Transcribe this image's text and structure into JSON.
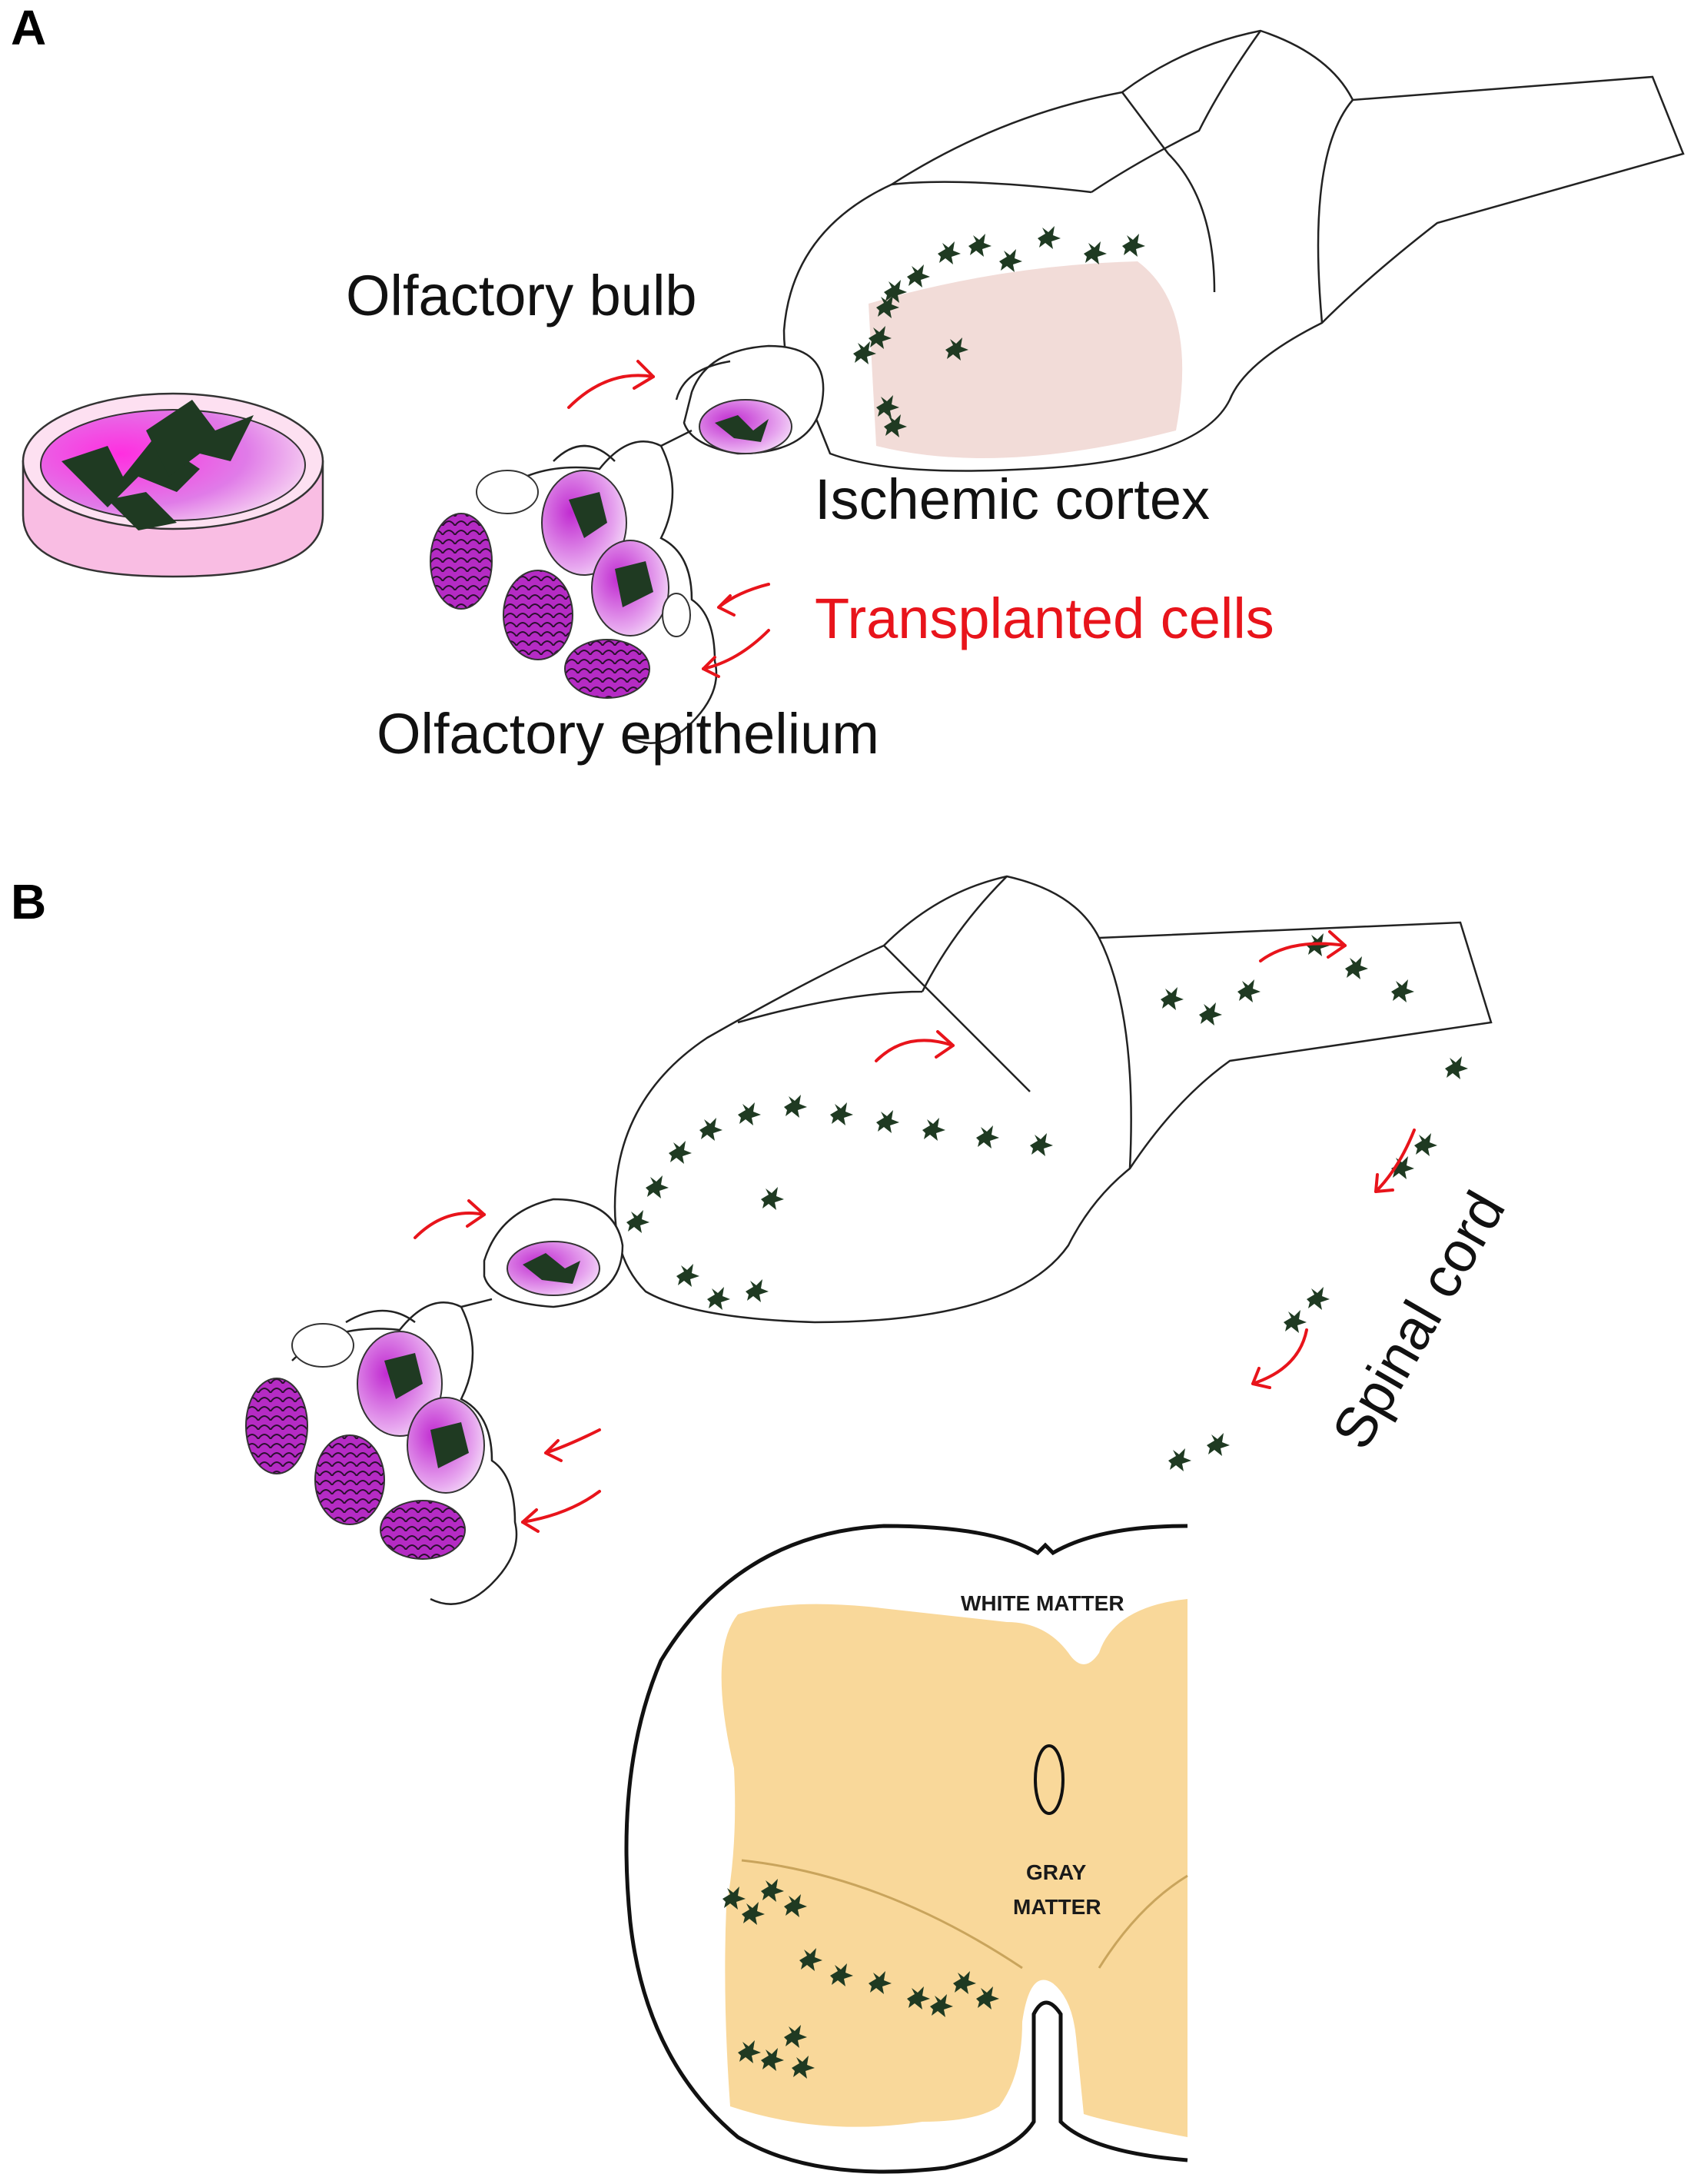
{
  "panels": {
    "a": {
      "letter": "A",
      "labels": {
        "olfactory_bulb": "Olfactory bulb",
        "ischemic_cortex": "Ischemic cortex",
        "transplanted_cells": "Transplanted cells",
        "olfactory_epithelium": "Olfactory epithelium"
      }
    },
    "b": {
      "letter": "B",
      "labels": {
        "spinal_cord": "Spinal cord",
        "white_matter": "WHITE MATTER",
        "gray_matter_line1": "GRAY",
        "gray_matter_line2": "MATTER"
      }
    }
  },
  "colors": {
    "arrow_red": "#e8141b",
    "label_red": "#e8141b",
    "cell_green": "#1f3a22",
    "dish_pink": "#f5a6d9",
    "epithelium_magenta": "#b52bc4",
    "ischemic_pink": "#f2dcd8",
    "gray_matter": "#f9d89a"
  }
}
